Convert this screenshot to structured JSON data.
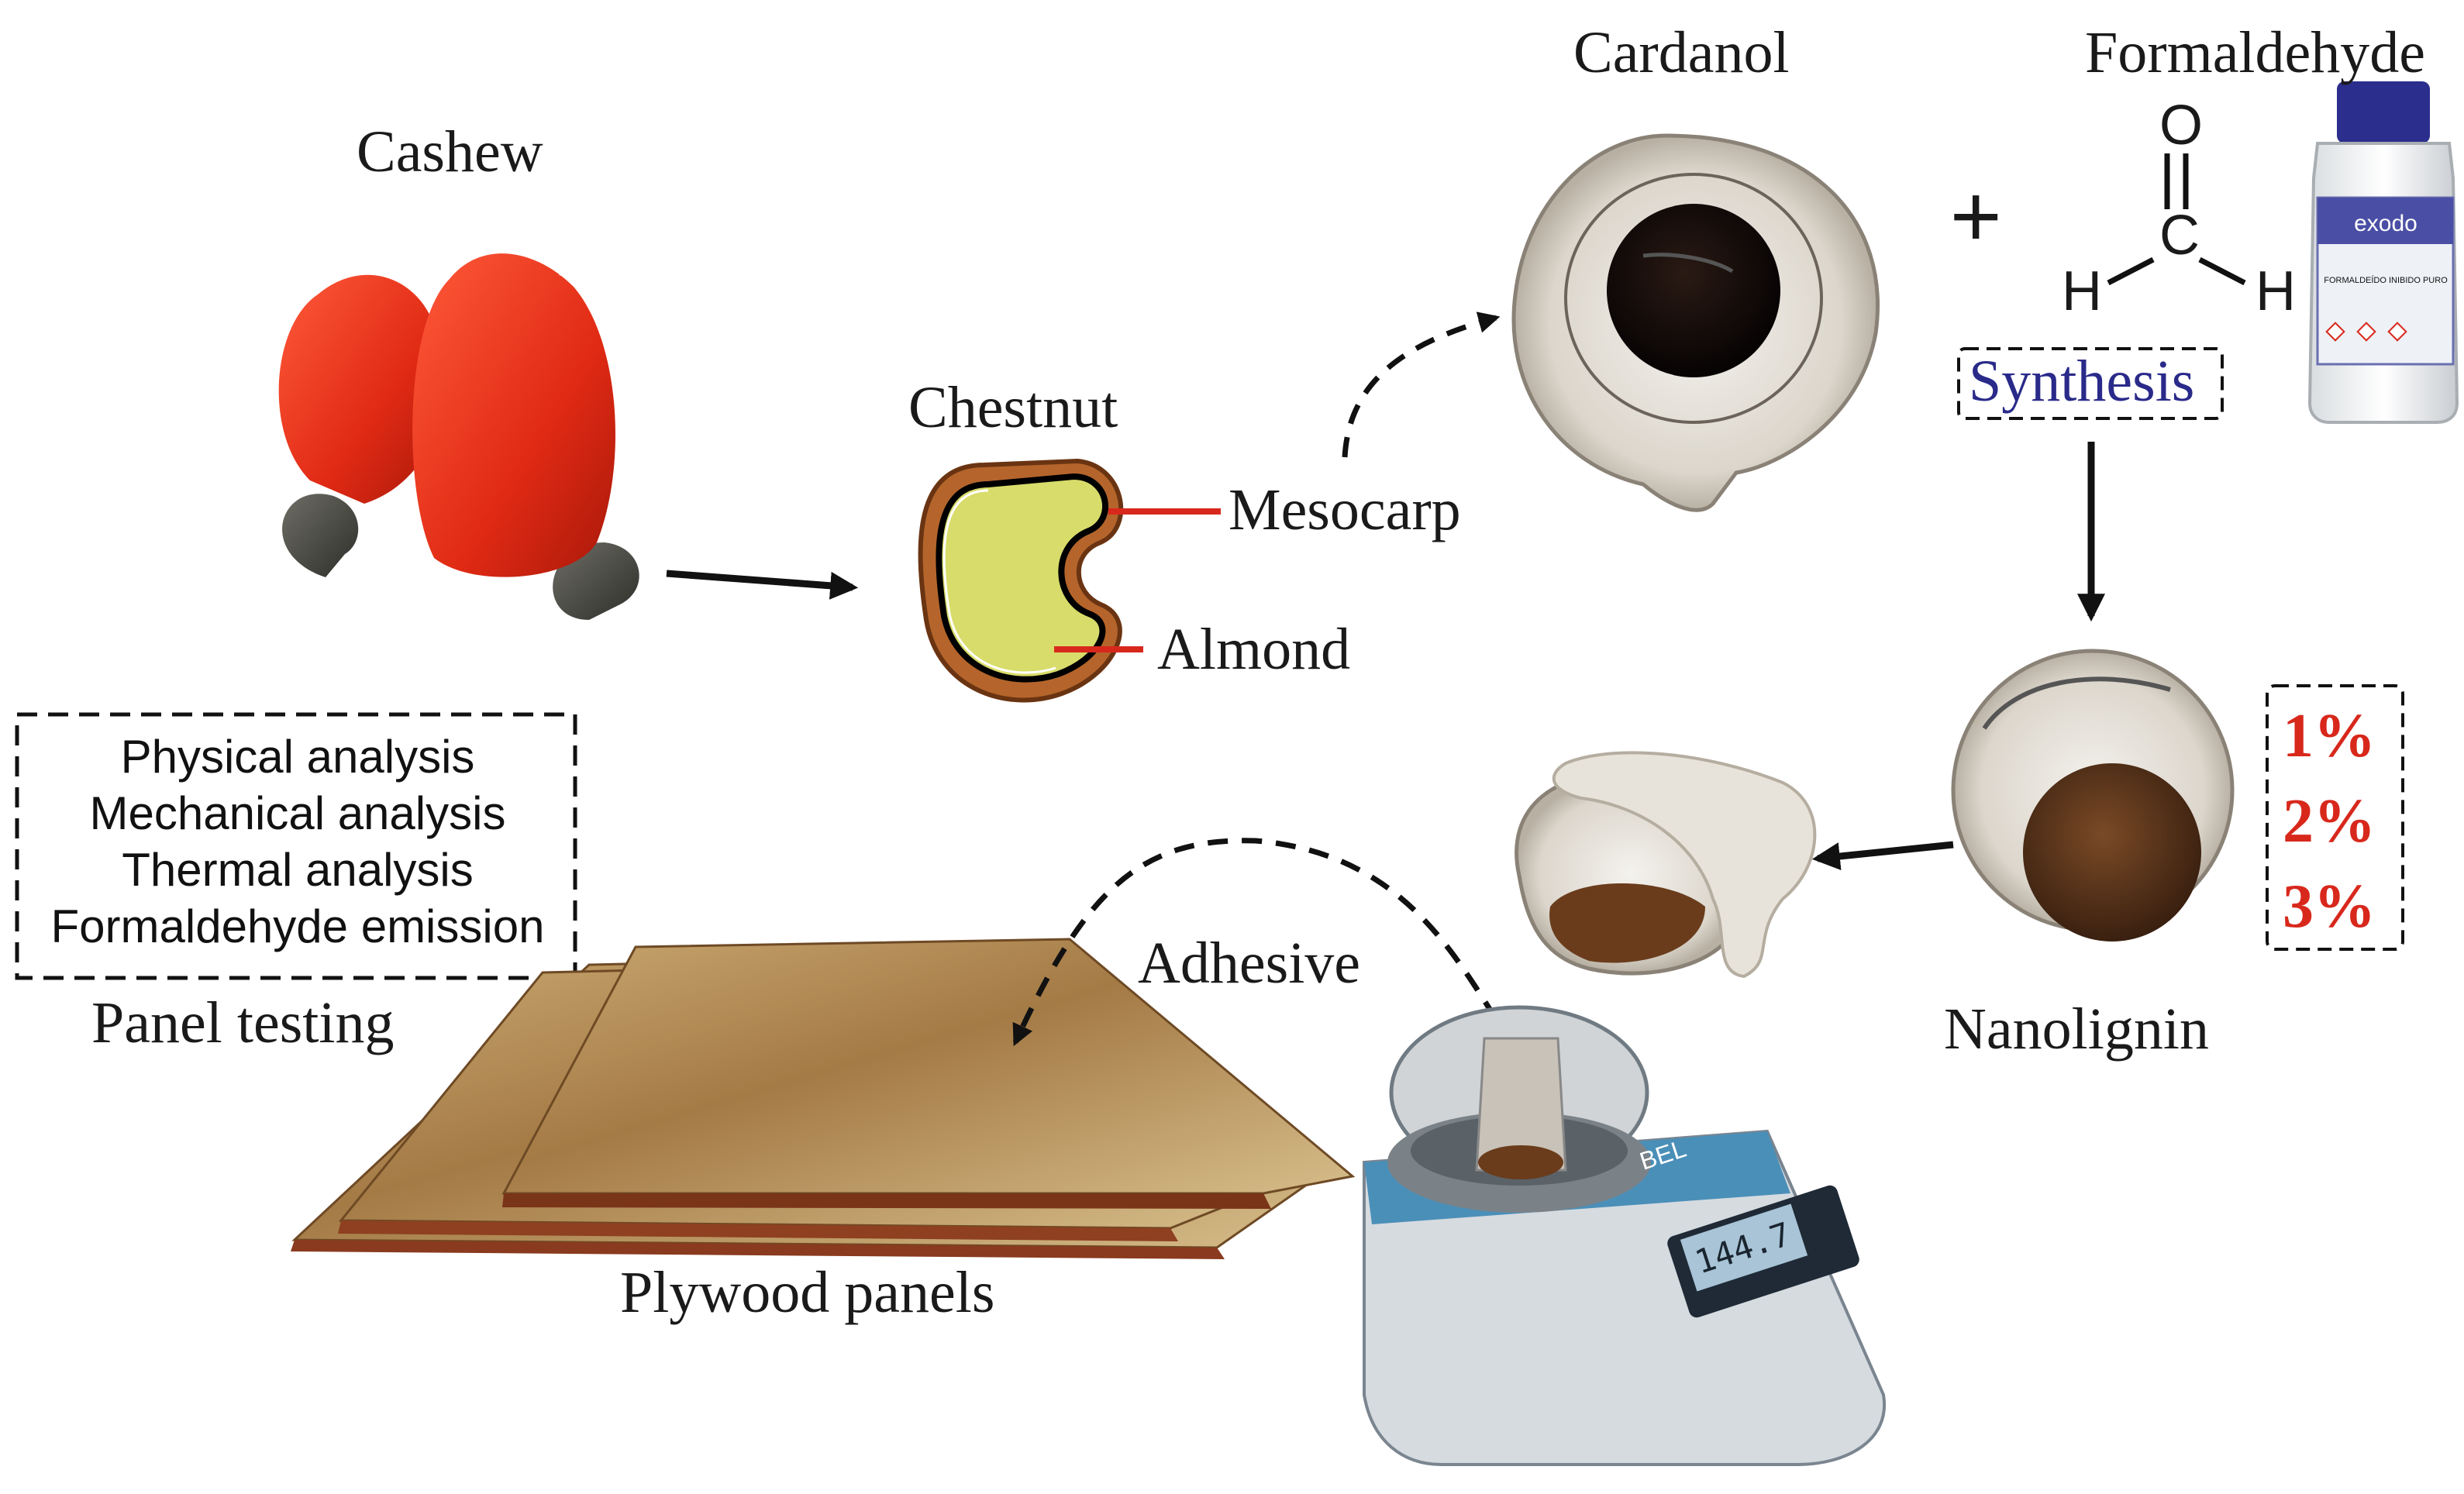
{
  "labels": {
    "cashew": "Cashew",
    "chestnut": "Chestnut",
    "mesocarp": "Mesocarp",
    "almond": "Almond",
    "cardanol": "Cardanol",
    "formaldehyde": "Formaldehyde",
    "plus": "+",
    "synthesis": "Synthesis",
    "nanolignin": "Nanolignin",
    "adhesive": "Adhesive",
    "panel_testing": "Panel testing",
    "plywood_panels": "Plywood panels"
  },
  "formaldehyde_structure": {
    "o": "O",
    "c": "C",
    "h_left": "H",
    "h_right": "H"
  },
  "bottle_label": {
    "brand": "exodo",
    "text": "FORMALDEÍDO INIBIDO PURO"
  },
  "nanolignin_percentages": [
    "1%",
    "2%",
    "3%"
  ],
  "analyses": [
    "Physical analysis",
    "Mechanical analysis",
    "Thermal analysis",
    "Formaldehyde emission"
  ],
  "balance_display": "144.7",
  "balance_brand": "BEL",
  "colors": {
    "text": "#1a1a1a",
    "percent_red": "#d8281c",
    "synthesis_blue": "#2a2a8a",
    "mesocarp_line": "#d8281c",
    "cashew_red": "#e8321e",
    "almond_fill": "#d8dc6a",
    "shell_brown": "#b5652b"
  }
}
